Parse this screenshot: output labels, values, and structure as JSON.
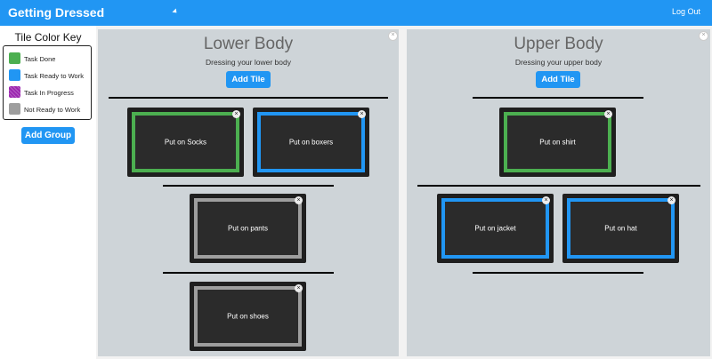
{
  "header": {
    "title": "Getting Dressed",
    "logout_label": "Log Out"
  },
  "colors": {
    "brand": "#2196f3",
    "done": "#4caf50",
    "ready": "#2196f3",
    "in_progress": "#9c27b0",
    "not_ready": "#9e9e9e"
  },
  "sidebar": {
    "key_title": "Tile Color Key",
    "key_items": [
      {
        "label": "Task Done",
        "color": "#4caf50"
      },
      {
        "label": "Task Ready to Work",
        "color": "#2196f3"
      },
      {
        "label": "Task In Progress",
        "color": "#9c27b0"
      },
      {
        "label": "Not Ready to Work",
        "color": "#9e9e9e"
      }
    ],
    "add_group_label": "Add Group"
  },
  "groups": [
    {
      "title": "Lower Body",
      "subtitle": "Dressing your lower body",
      "add_tile_label": "Add Tile",
      "tiles": [
        {
          "label": "Put on Socks",
          "status": "done"
        },
        {
          "label": "Put on boxers",
          "status": "ready"
        },
        {
          "label": "Put on pants",
          "status": "not_ready"
        },
        {
          "label": "Put on shoes",
          "status": "not_ready"
        }
      ]
    },
    {
      "title": "Upper Body",
      "subtitle": "Dressing your upper body",
      "add_tile_label": "Add Tile",
      "tiles": [
        {
          "label": "Put on shirt",
          "status": "done"
        },
        {
          "label": "Put on jacket",
          "status": "ready"
        },
        {
          "label": "Put on hat",
          "status": "ready"
        }
      ]
    }
  ],
  "close_glyph": "×"
}
